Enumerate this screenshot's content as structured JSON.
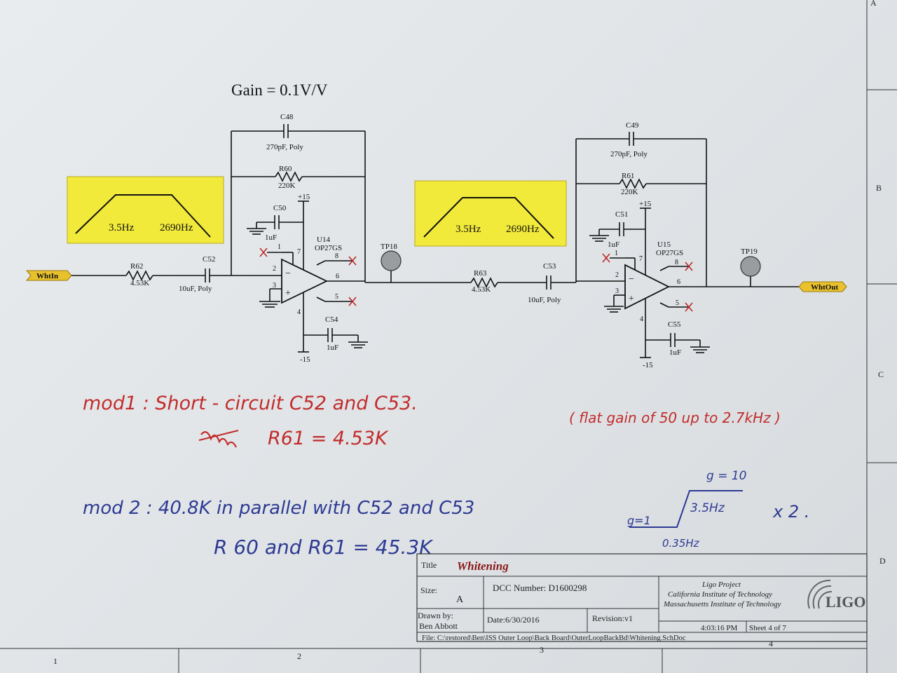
{
  "schematic": {
    "gain_label": "Gain = 0.1V/V",
    "inputs": {
      "in_label": "WhtIn",
      "out_label": "WhtOut"
    },
    "filters": [
      {
        "low": "3.5Hz",
        "high": "2690Hz"
      },
      {
        "low": "3.5Hz",
        "high": "2690Hz"
      }
    ],
    "components": {
      "c48": {
        "ref": "C48",
        "value": "270pF, Poly"
      },
      "r60": {
        "ref": "R60",
        "value": "220K"
      },
      "c50": {
        "ref": "C50",
        "value": "1uF"
      },
      "r62": {
        "ref": "R62",
        "value": "4.53K"
      },
      "c52": {
        "ref": "C52",
        "value": "10uF, Poly"
      },
      "u14": {
        "ref": "U14",
        "part": "OP27GS"
      },
      "c54": {
        "ref": "C54",
        "value": "1uF"
      },
      "tp18": {
        "ref": "TP18"
      },
      "c49": {
        "ref": "C49",
        "value": "270pF, Poly"
      },
      "r61": {
        "ref": "R61",
        "value": "220K"
      },
      "c51": {
        "ref": "C51",
        "value": "1uF"
      },
      "r63": {
        "ref": "R63",
        "value": "4.53K"
      },
      "c53": {
        "ref": "C53",
        "value": "10uF, Poly"
      },
      "u15": {
        "ref": "U15",
        "part": "OP27GS"
      },
      "c55": {
        "ref": "C55",
        "value": "1uF"
      },
      "tp19": {
        "ref": "TP19"
      }
    },
    "rails": {
      "pos": "+15",
      "neg": "-15"
    },
    "pins": {
      "p1": "1",
      "p2": "2",
      "p3": "3",
      "p4": "4",
      "p5": "5",
      "p6": "6",
      "p7": "7",
      "p8": "8"
    }
  },
  "annotations": {
    "mod1_line1": "mod1 : Short - circuit C52 and C53.",
    "mod1_line2": "R61 = 4.53K",
    "mod1_note": "( flat gain of 50 up to 2.7kHz )",
    "mod2_line1": "mod 2 : 40.8K in parallel with C52 and C53",
    "mod2_line2": "R 60 and R61 = 45.3K",
    "sketch_g_high": "g = 10",
    "sketch_g_low": "g=1",
    "sketch_f_high": "3.5Hz",
    "sketch_f_low": "0.35Hz",
    "sketch_mult": "x 2 ."
  },
  "title_block": {
    "title_label": "Title",
    "title": "Whitening",
    "size_label": "Size:",
    "size": "A",
    "dcc": "DCC Number: D1600298",
    "org1": "Ligo Project",
    "org2": "California Institute of Technology",
    "org3": "Massachusetts Institute of Technology",
    "logo": "LIGO",
    "drawn_label": "Drawn by:",
    "drawn_by": "Ben Abbott",
    "date": "Date:6/30/2016",
    "revision": "Revision:v1",
    "time": "4:03:16 PM",
    "sheet": "Sheet  4  of 7",
    "file": "File:  C:\\restored\\Ben\\ISS Outer Loop\\Back Board\\OuterLoopBackBd\\Whitening.SchDoc"
  },
  "border": {
    "cols": [
      "1",
      "2",
      "3",
      "4"
    ],
    "rows": [
      "A",
      "B",
      "C",
      "D"
    ]
  },
  "colors": {
    "filter_box": "#f2ea3a",
    "port": "#e8c12c",
    "ink_red": "#c22c2c",
    "ink_blue": "#2d3a93",
    "title_red": "#8b1a1a"
  }
}
